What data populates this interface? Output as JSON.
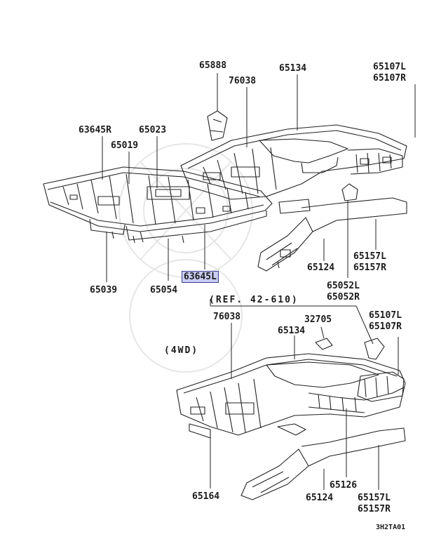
{
  "labels": {
    "p65888": "65888",
    "p76038_top": "76038",
    "p65134_top": "65134",
    "p65107L_top": "65107L",
    "p65107R_top": "65107R",
    "p63645R": "63645R",
    "p65023": "65023",
    "p65019": "65019",
    "p63645L": "63645L",
    "p65039": "65039",
    "p65054": "65054",
    "p65124_top": "65124",
    "p65157L_top": "65157L",
    "p65157R_top": "65157R",
    "p65052L": "65052L",
    "p65052R": "65052R",
    "ref": "(REF. 42-610)",
    "p76038_bot": "76038",
    "p32705": "32705",
    "p65134_bot": "65134",
    "p65107L_bot": "65107L",
    "p65107R_bot": "65107R",
    "p4wd": "(4WD)",
    "p65164": "65164",
    "p65124_bot": "65124",
    "p65126": "65126",
    "p65157L_bot": "65157L",
    "p65157R_bot": "65157R",
    "code": "3H2TA01"
  },
  "highlight": {
    "part": "63645L",
    "color": "#c9cdf2",
    "border": "#3a3f8a"
  }
}
